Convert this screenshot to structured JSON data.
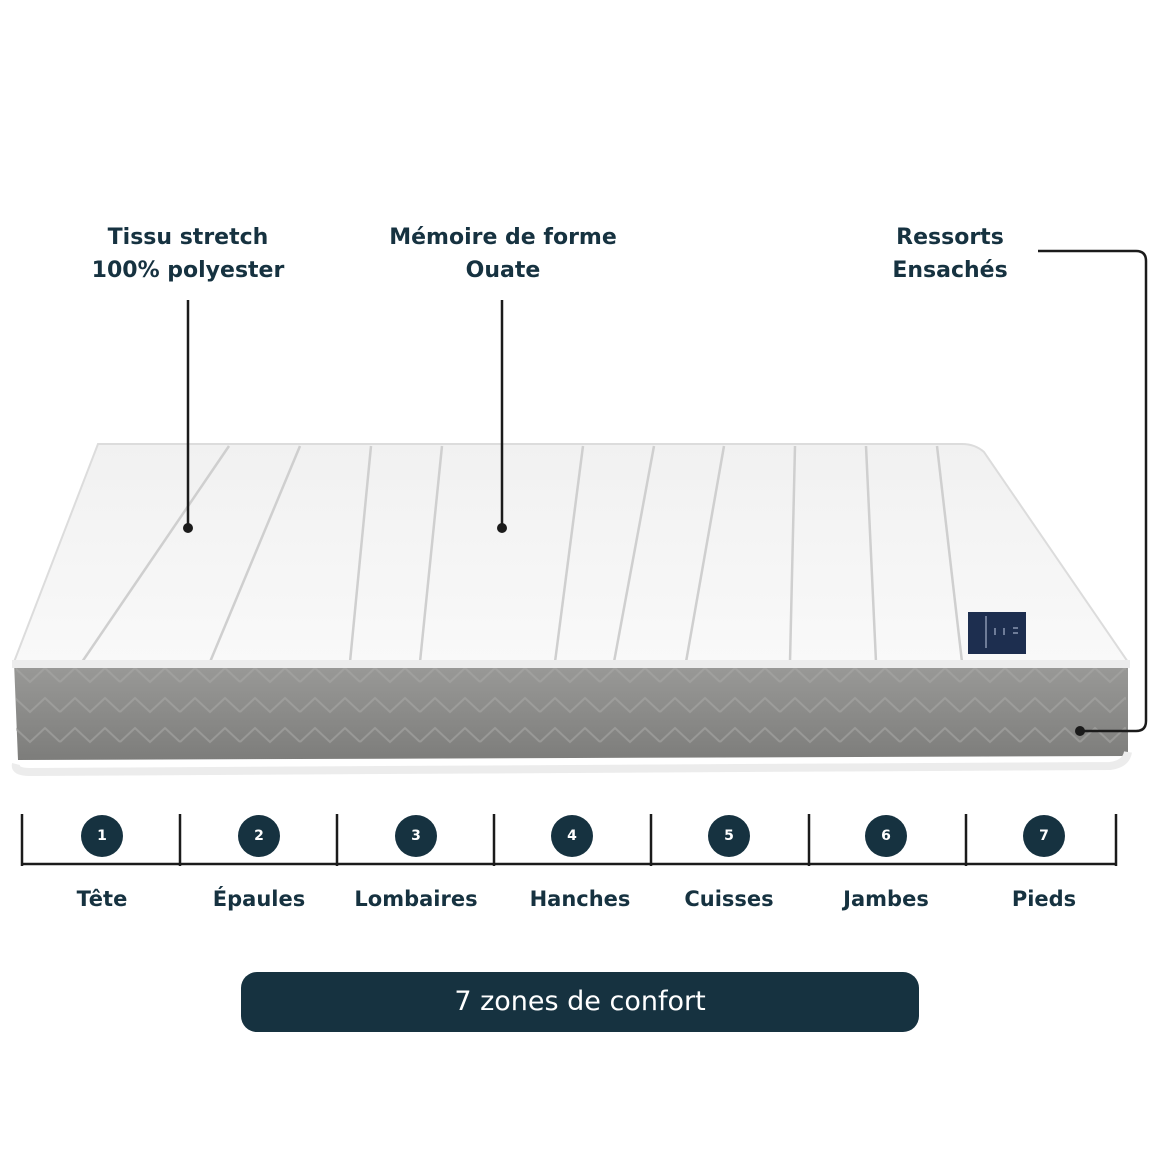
{
  "callouts": {
    "tissu": {
      "line1": "Tissu stretch",
      "line2": "100% polyester"
    },
    "memoire": {
      "line1": "Mémoire de forme",
      "line2": "Ouate"
    },
    "ressorts": {
      "line1": "Ressorts",
      "line2": "Ensachés"
    }
  },
  "zones": [
    {
      "number": "1",
      "label": "Tête"
    },
    {
      "number": "2",
      "label": "Épaules"
    },
    {
      "number": "3",
      "label": "Lombaires"
    },
    {
      "number": "4",
      "label": "Hanches"
    },
    {
      "number": "5",
      "label": "Cuisses"
    },
    {
      "number": "6",
      "label": "Jambes"
    },
    {
      "number": "7",
      "label": "Pieds"
    }
  ],
  "summary": {
    "label": "7 zones de confort"
  },
  "colors": {
    "navy": "#163240",
    "mattress_top": "#f4f4f4",
    "mattress_side": "#8e8e8c",
    "line": "#1b1b1b"
  }
}
